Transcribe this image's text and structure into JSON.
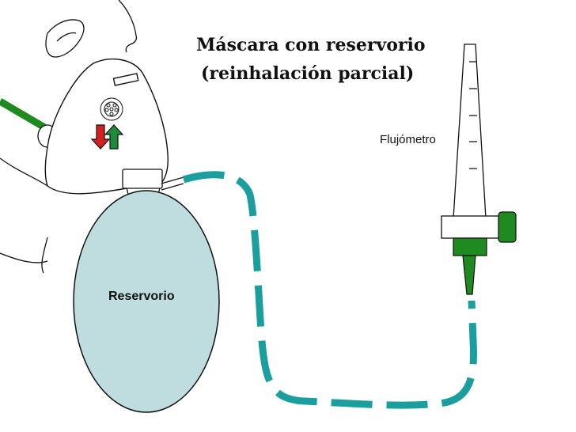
{
  "diagram": {
    "title_line1": "Máscara con reservorio",
    "title_line2": "(reinhalación parcial)",
    "flowmeter_label": "Flujómetro",
    "reservoir_label": "Reservorio"
  },
  "colors": {
    "tube": "#1b9e9e",
    "bag": "#bfdcdf",
    "green": "#1f8a1f",
    "arrow_down": "#d42020",
    "arrow_up": "#1f8a3a",
    "outline": "#111111"
  }
}
